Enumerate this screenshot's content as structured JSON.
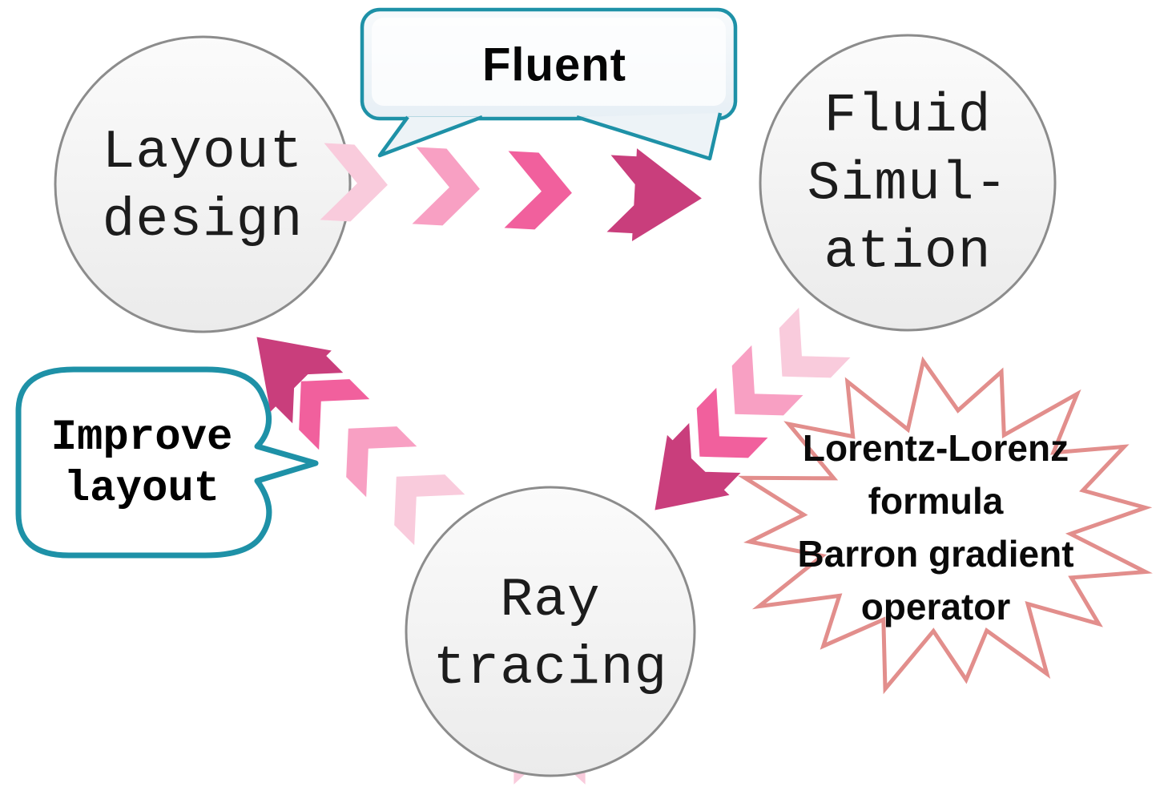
{
  "diagram": {
    "nodes": [
      {
        "id": "layout-design",
        "lines": [
          "Layout",
          "design"
        ]
      },
      {
        "id": "fluid-simulation",
        "lines": [
          "Fluid",
          "Simul-",
          "ation"
        ]
      },
      {
        "id": "ray-tracing",
        "lines": [
          "Ray",
          "tracing"
        ]
      }
    ],
    "callouts": {
      "fluent": {
        "label": "Fluent"
      },
      "improve_layout": {
        "lines": [
          "Improve",
          "layout"
        ]
      },
      "methods": {
        "lines": [
          "Lorentz-Lorenz",
          "formula",
          "Barron gradient",
          "operator"
        ]
      }
    },
    "arrows": [
      {
        "from": "layout-design",
        "to": "fluid-simulation"
      },
      {
        "from": "fluid-simulation",
        "to": "ray-tracing"
      },
      {
        "from": "ray-tracing",
        "to": "layout-design"
      }
    ],
    "colors": {
      "chevron_1": "#f9cbdc",
      "chevron_2": "#f8a0c3",
      "chevron_3": "#f1609d",
      "chevron_4": "#c93e7c",
      "teal": "#1e91a7",
      "bubble_fill": "#edf3f7",
      "starburst_stroke": "#e28e8c",
      "circle_border": "#8c8c8c"
    }
  }
}
